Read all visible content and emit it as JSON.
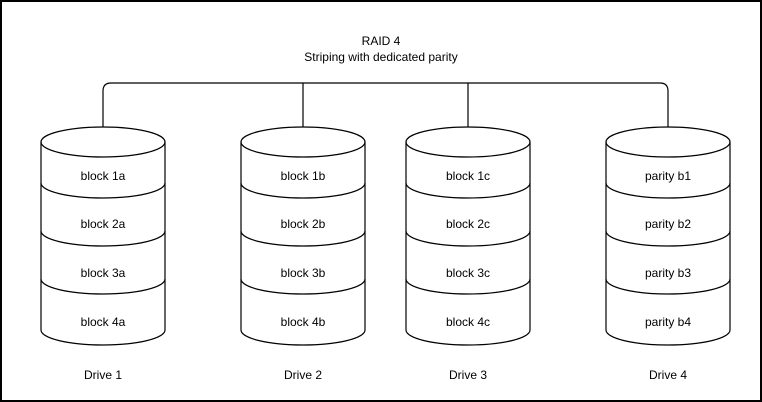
{
  "title": "RAID 4",
  "subtitle": "Striping with dedicated parity",
  "drives": [
    {
      "name": "Drive 1",
      "blocks": [
        "block 1a",
        "block 2a",
        "block 3a",
        "block 4a"
      ]
    },
    {
      "name": "Drive 2",
      "blocks": [
        "block 1b",
        "block 2b",
        "block 3b",
        "block 4b"
      ]
    },
    {
      "name": "Drive 3",
      "blocks": [
        "block 1c",
        "block 2c",
        "block 3c",
        "block 4c"
      ]
    },
    {
      "name": "Drive 4",
      "blocks": [
        "parity b1",
        "parity b2",
        "parity b3",
        "parity b4"
      ]
    }
  ],
  "colors": {
    "stroke": "#000000",
    "fill": "#ffffff",
    "background": "#ffffff"
  }
}
